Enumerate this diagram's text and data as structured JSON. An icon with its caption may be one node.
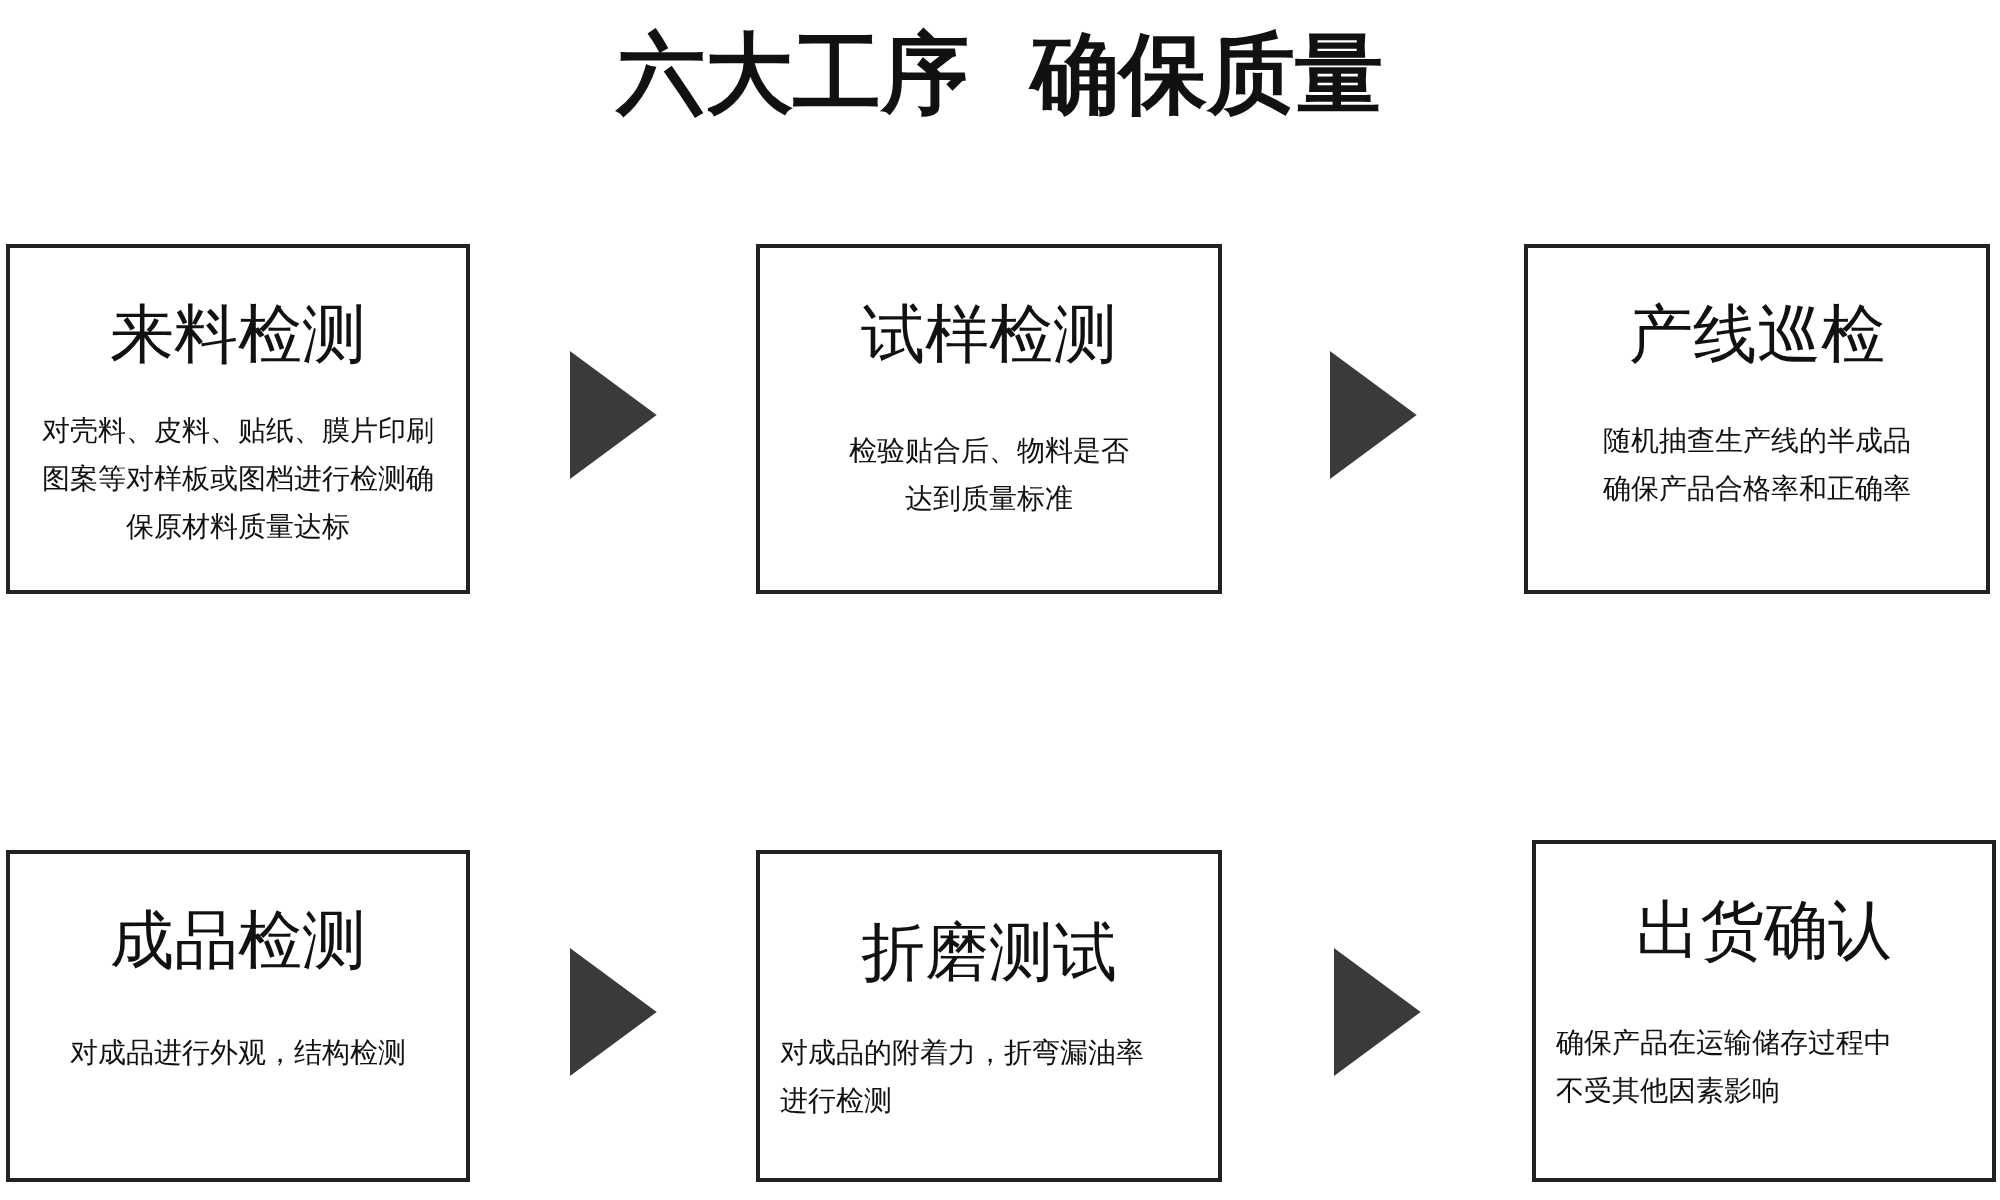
{
  "diagram": {
    "title": "六大工序  确保质量",
    "nodes": [
      {
        "text": [
          "来料检测",
          "对壳料、皮料、贴纸、膜片印刷图案等对样板或图档进行检测确保原材料质量达标"
        ]
      },
      {
        "text": [
          "试样检测",
          "检验贴合后、物料是否达到质量标准"
        ]
      },
      {
        "text": [
          "产线巡检",
          "随机抽查生产线的半成品确保产品合格率和正确率"
        ]
      },
      {
        "text": [
          "成品检测",
          "对成品进行外观，结构检测"
        ]
      },
      {
        "text": [
          "折磨测试",
          "对成品的附着力，折弯漏油率进行检测"
        ]
      },
      {
        "text": [
          "出货确认",
          "确保产品在运输储存过程中不受其他因素影响"
        ]
      }
    ],
    "edges": [
      {
        "from": 0,
        "to": 1,
        "arrow": "to"
      },
      {
        "from": 1,
        "to": 2,
        "arrow": "to"
      },
      {
        "from": 3,
        "to": 4,
        "arrow": "to"
      },
      {
        "from": 4,
        "to": 5,
        "arrow": "to"
      }
    ]
  }
}
